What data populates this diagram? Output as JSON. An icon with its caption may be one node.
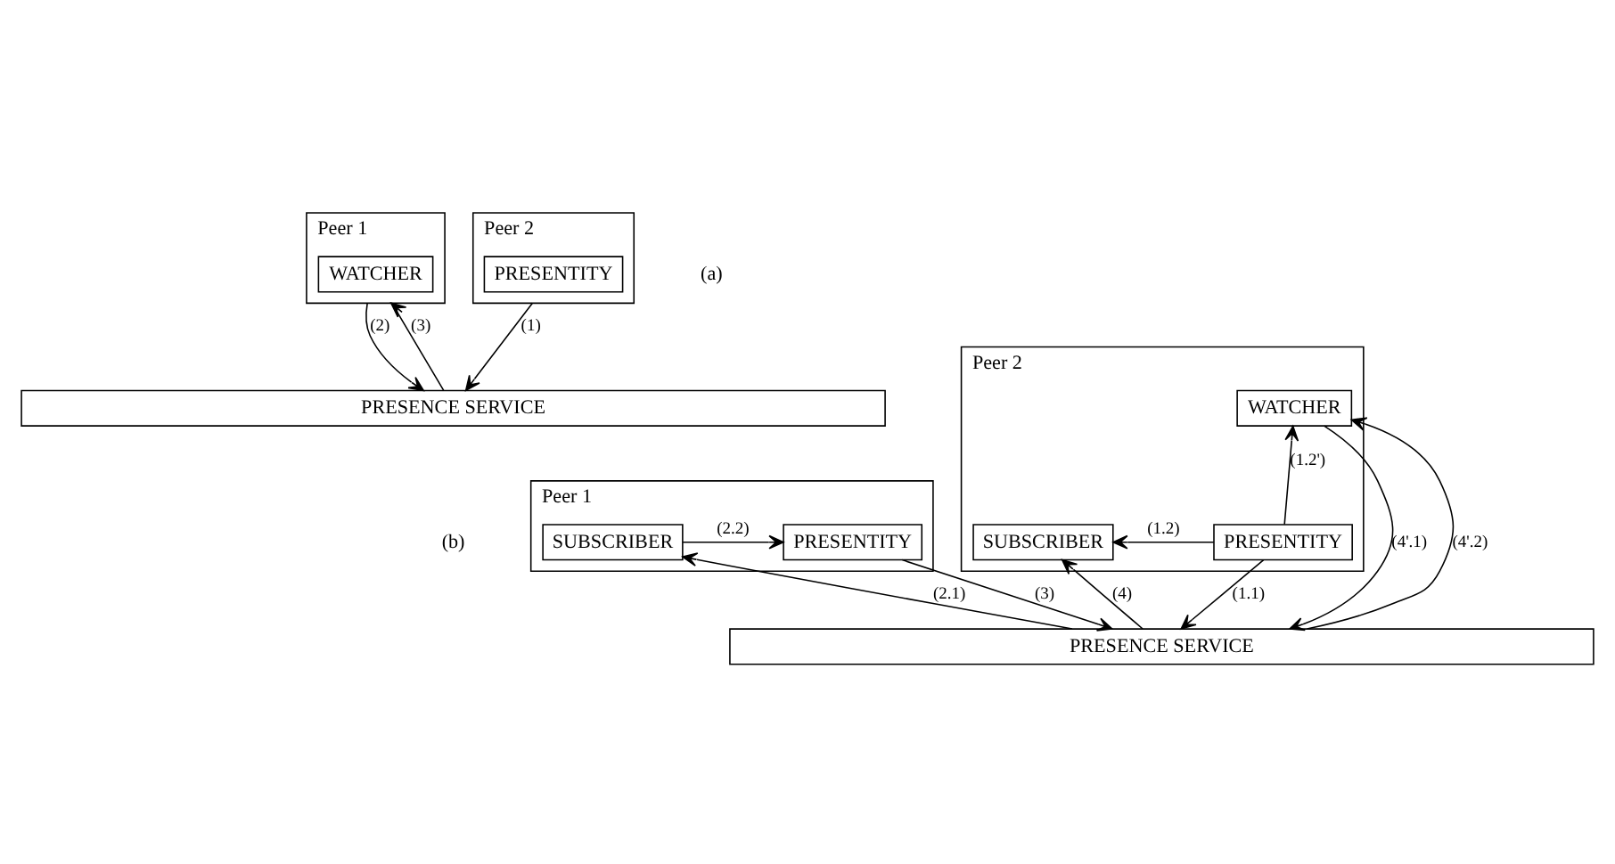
{
  "diagram": {
    "nodes": [
      {
        "text": [
          "Peer 1"
        ]
      },
      {
        "text": [
          "WATCHER"
        ],
        "in": 0
      },
      {
        "text": [
          "Peer 2"
        ]
      },
      {
        "text": [
          "PRESENTITY"
        ],
        "in": 2
      },
      {
        "text": [
          "PRESENCE SERVICE"
        ]
      },
      {
        "text": [
          "Peer 1"
        ]
      },
      {
        "text": [
          "SUBSCRIBER"
        ],
        "in": 5
      },
      {
        "text": [
          "PRESENTITY"
        ],
        "in": 5
      },
      {
        "text": [
          "Peer 2"
        ]
      },
      {
        "text": [
          "WATCHER"
        ],
        "in": 8
      },
      {
        "text": [
          "SUBSCRIBER"
        ],
        "in": 8
      },
      {
        "text": [
          "PRESENTITY"
        ],
        "in": 8
      },
      {
        "text": [
          "PRESENCE SERVICE"
        ]
      }
    ],
    "edges": [
      {
        "from": 0,
        "to": 4,
        "arrow": "to",
        "label": "(2)"
      },
      {
        "from": 4,
        "to": 0,
        "arrow": "to",
        "label": "(3)"
      },
      {
        "from": 2,
        "to": 4,
        "arrow": "to",
        "label": "(1)"
      },
      {
        "from": 6,
        "to": 7,
        "arrow": "to",
        "label": "(2.2)"
      },
      {
        "from": 12,
        "to": 6,
        "arrow": "to",
        "label": "(2.1)"
      },
      {
        "from": 7,
        "to": 12,
        "arrow": "to",
        "label": "(3)"
      },
      {
        "from": 9,
        "to": 12,
        "arrow": "to",
        "label": "(4'.1)"
      },
      {
        "from": 12,
        "to": 9,
        "arrow": "to",
        "label": "(4'.2)"
      },
      {
        "from": 12,
        "to": 10,
        "arrow": "to",
        "label": "(4)"
      },
      {
        "from": 11,
        "to": 10,
        "arrow": "to",
        "label": "(1.2)"
      },
      {
        "from": 11,
        "to": 9,
        "arrow": "to",
        "label": "(1.2')"
      },
      {
        "from": 11,
        "to": 12,
        "arrow": "to",
        "label": "(1.1)"
      }
    ],
    "labels": [
      "(a)",
      "(b)"
    ]
  }
}
